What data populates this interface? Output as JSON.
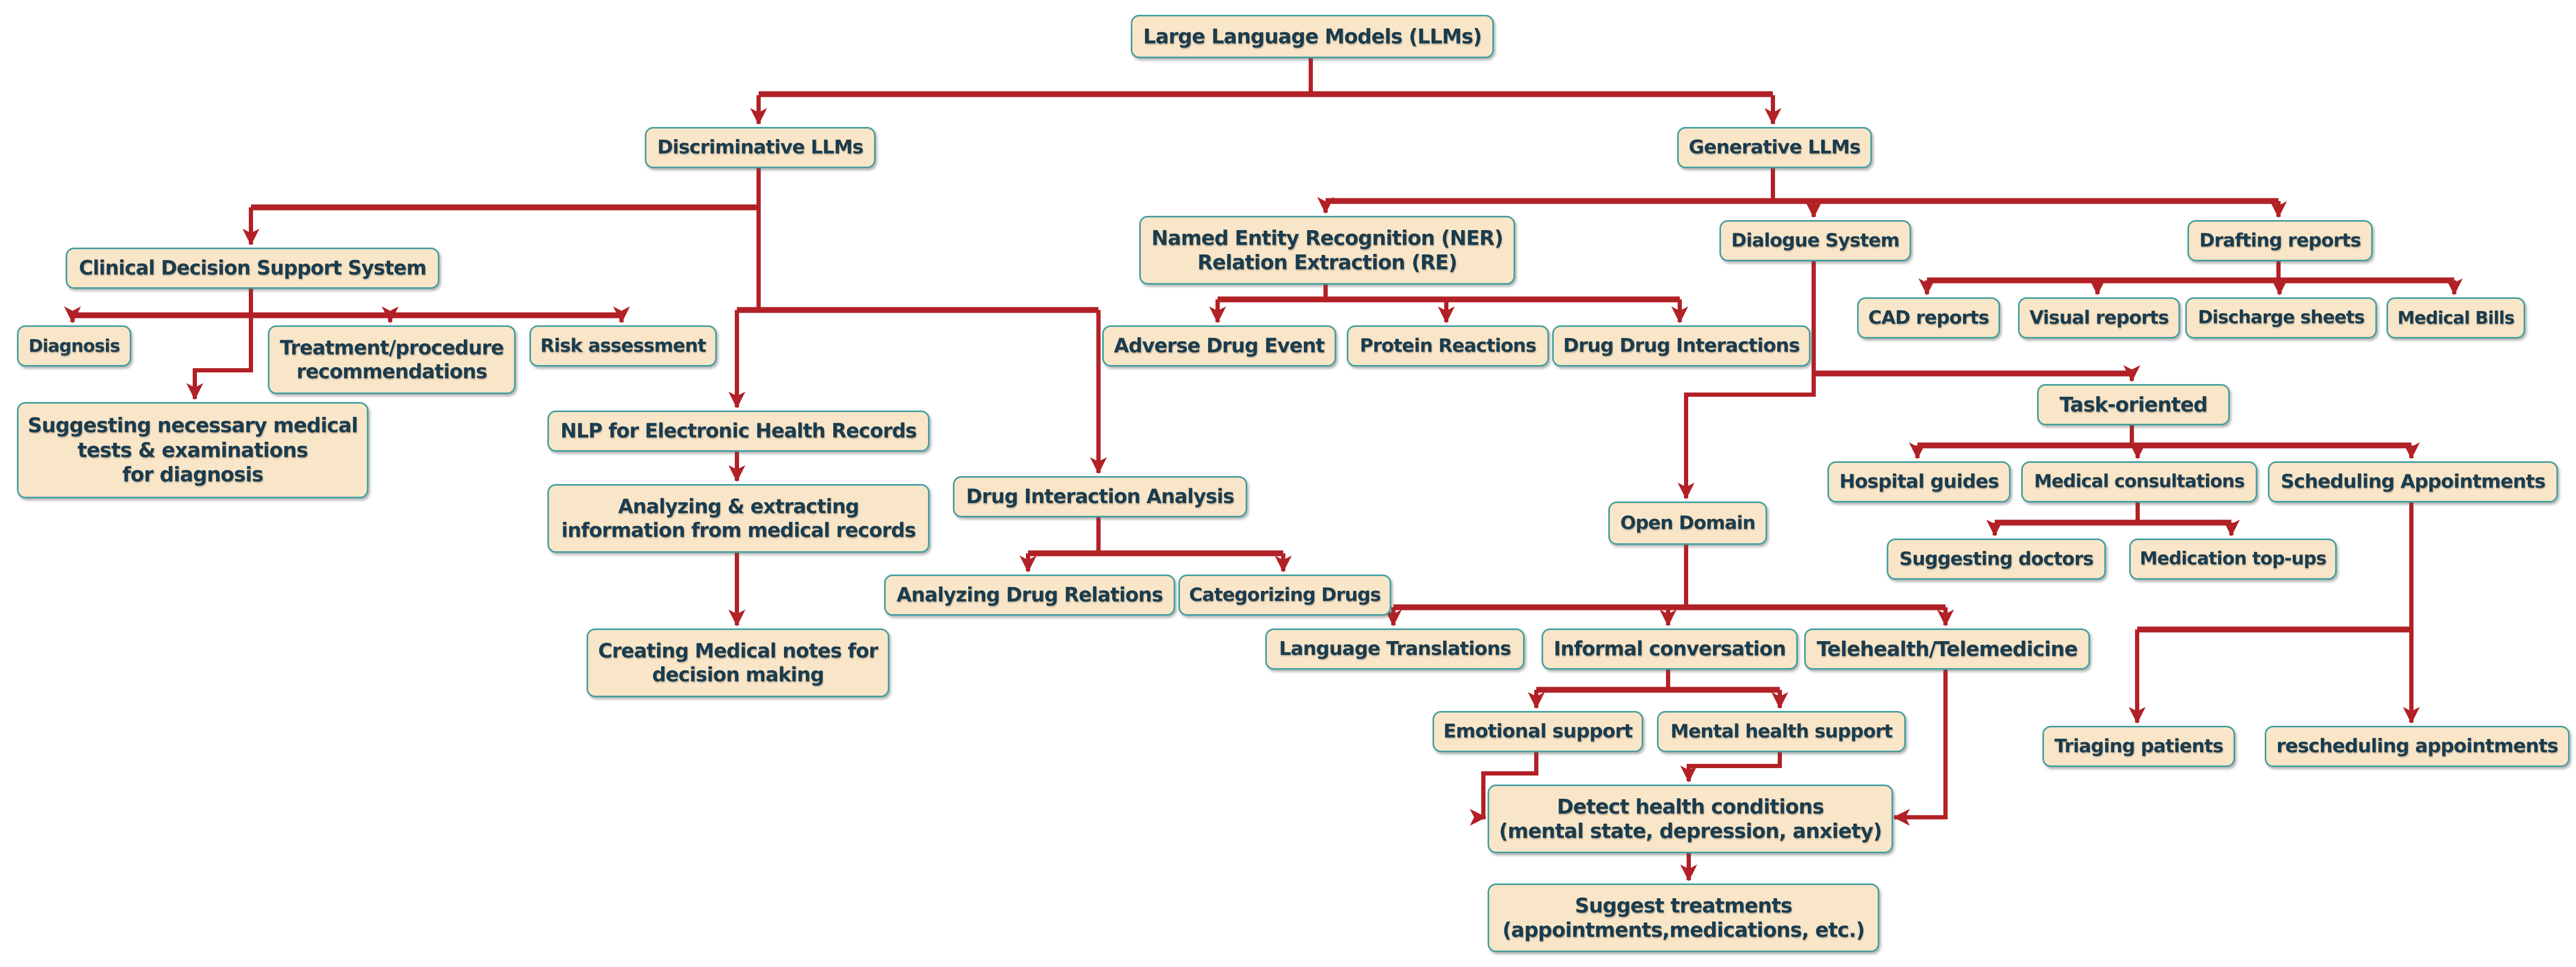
{
  "diagram": {
    "type": "flowchart-tree",
    "colors": {
      "background": "#FFFFFF",
      "node_fill": "#F9E5C7",
      "node_border": "#44A0A0",
      "node_text": "#1A3C4E",
      "arrow": "#B22126"
    }
  },
  "nodes": {
    "llms": {
      "label": "Large Language Models (LLMs)"
    },
    "discriminative": {
      "label": "Discriminative LLMs"
    },
    "generative": {
      "label": "Generative LLMs"
    },
    "cdss": {
      "label": "Clinical Decision Support System"
    },
    "ner_re": {
      "label": "Named Entity Recognition (NER)\nRelation Extraction (RE)"
    },
    "dialogue": {
      "label": "Dialogue System"
    },
    "drafting": {
      "label": "Drafting reports"
    },
    "cad": {
      "label": "CAD reports"
    },
    "visual": {
      "label": "Visual reports"
    },
    "discharge": {
      "label": "Discharge sheets"
    },
    "bills": {
      "label": "Medical Bills"
    },
    "diagnosis": {
      "label": "Diagnosis"
    },
    "treatment": {
      "label": "Treatment/procedure\nrecommendations"
    },
    "risk": {
      "label": "Risk assessment"
    },
    "adverse": {
      "label": "Adverse Drug Event"
    },
    "protein": {
      "label": "Protein Reactions"
    },
    "ddi": {
      "label": "Drug Drug Interactions"
    },
    "task": {
      "label": "Task-oriented"
    },
    "suggesting_tests": {
      "label": "Suggesting necessary medical\ntests & examinations\nfor diagnosis"
    },
    "nlp": {
      "label": "NLP for Electronic Health Records"
    },
    "hospital": {
      "label": "Hospital guides"
    },
    "consultations": {
      "label": "Medical consultations"
    },
    "scheduling": {
      "label": "Scheduling Appointments"
    },
    "dia": {
      "label": "Drug Interaction Analysis"
    },
    "analyzing_extracting": {
      "label": "Analyzing & extracting\ninformation from medical records"
    },
    "open_domain": {
      "label": "Open Domain"
    },
    "suggesting_doctors": {
      "label": "Suggesting doctors"
    },
    "medication": {
      "label": "Medication top-ups"
    },
    "adr": {
      "label": "Analyzing Drug Relations"
    },
    "categorizing": {
      "label": "Categorizing Drugs"
    },
    "creating_notes": {
      "label": "Creating Medical notes for\ndecision making"
    },
    "language": {
      "label": "Language Translations"
    },
    "informal": {
      "label": "Informal conversation"
    },
    "telehealth": {
      "label": "Telehealth/Telemedicine"
    },
    "emotional": {
      "label": "Emotional support"
    },
    "mental": {
      "label": "Mental health support"
    },
    "triaging": {
      "label": "Triaging patients"
    },
    "rescheduling": {
      "label": "rescheduling appointments"
    },
    "detect": {
      "label": "Detect health conditions\n(mental state, depression, anxiety)"
    },
    "suggest_treatments": {
      "label": "Suggest treatments\n(appointments,medications, etc.)"
    }
  },
  "edges": [
    [
      "llms",
      "discriminative"
    ],
    [
      "llms",
      "generative"
    ],
    [
      "discriminative",
      "cdss"
    ],
    [
      "discriminative",
      "nlp"
    ],
    [
      "discriminative",
      "dia"
    ],
    [
      "cdss",
      "diagnosis"
    ],
    [
      "cdss",
      "treatment"
    ],
    [
      "cdss",
      "risk"
    ],
    [
      "cdss",
      "suggesting_tests"
    ],
    [
      "nlp",
      "analyzing_extracting"
    ],
    [
      "analyzing_extracting",
      "creating_notes"
    ],
    [
      "dia",
      "adr"
    ],
    [
      "dia",
      "categorizing"
    ],
    [
      "generative",
      "ner_re"
    ],
    [
      "generative",
      "dialogue"
    ],
    [
      "generative",
      "drafting"
    ],
    [
      "ner_re",
      "adverse"
    ],
    [
      "ner_re",
      "protein"
    ],
    [
      "ner_re",
      "ddi"
    ],
    [
      "drafting",
      "cad"
    ],
    [
      "drafting",
      "visual"
    ],
    [
      "drafting",
      "discharge"
    ],
    [
      "drafting",
      "bills"
    ],
    [
      "dialogue",
      "task"
    ],
    [
      "dialogue",
      "open_domain"
    ],
    [
      "task",
      "hospital"
    ],
    [
      "task",
      "consultations"
    ],
    [
      "task",
      "scheduling"
    ],
    [
      "consultations",
      "suggesting_doctors"
    ],
    [
      "consultations",
      "medication"
    ],
    [
      "scheduling",
      "triaging"
    ],
    [
      "scheduling",
      "rescheduling"
    ],
    [
      "open_domain",
      "language"
    ],
    [
      "open_domain",
      "informal"
    ],
    [
      "open_domain",
      "telehealth"
    ],
    [
      "informal",
      "emotional"
    ],
    [
      "informal",
      "mental"
    ],
    [
      "emotional",
      "detect"
    ],
    [
      "mental",
      "detect"
    ],
    [
      "telehealth",
      "detect"
    ],
    [
      "detect",
      "suggest_treatments"
    ]
  ]
}
